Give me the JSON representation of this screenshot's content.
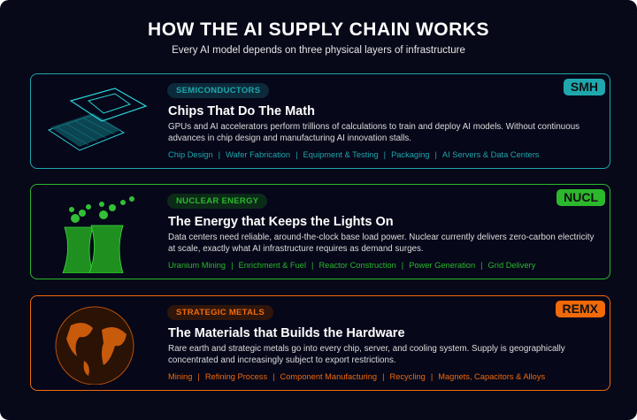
{
  "header": {
    "title": "HOW THE AI SUPPLY CHAIN WORKS",
    "subtitle": "Every AI model depends on three physical layers of infrastructure"
  },
  "cards": [
    {
      "category": "SEMICONDUCTORS",
      "ticker": "SMH",
      "heading": "Chips That Do The Math",
      "description": "GPUs and AI accelerators perform trillions of calculations to train and deploy AI models. Without continuous advances in chip design and manufacturing AI innovation stalls.",
      "tags": [
        "Chip Design",
        "Wafer Fabrication",
        "Equipment & Testing",
        "Packaging",
        "AI Servers & Data Centers"
      ],
      "color": "#1fa7ad",
      "icon": "chip-icon"
    },
    {
      "category": "NUCLEAR ENERGY",
      "ticker": "NUCL",
      "heading": "The Energy that Keeps the Lights On",
      "description": "Data centers need reliable, around-the-clock base load power. Nuclear currently delivers zero-carbon electricity at scale, exactly what AI infrastructure requires as demand surges.",
      "tags": [
        "Uranium Mining",
        "Enrichment & Fuel",
        "Reactor Construction",
        "Power Generation",
        "Grid Delivery"
      ],
      "color": "#2cb82c",
      "icon": "cooling-tower-icon"
    },
    {
      "category": "STRATEGIC METALS",
      "ticker": "REMX",
      "heading": "The Materials that Builds the Hardware",
      "description": "Rare earth and strategic metals go into every chip, server, and cooling system. Supply is geographically concentrated and increasingly subject to export restrictions.",
      "tags": [
        "Mining",
        "Refining Process",
        "Component Manufacturing",
        "Recycling",
        "Magnets, Capacitors & Alloys"
      ],
      "color": "#f06a0a",
      "icon": "globe-icon"
    }
  ]
}
